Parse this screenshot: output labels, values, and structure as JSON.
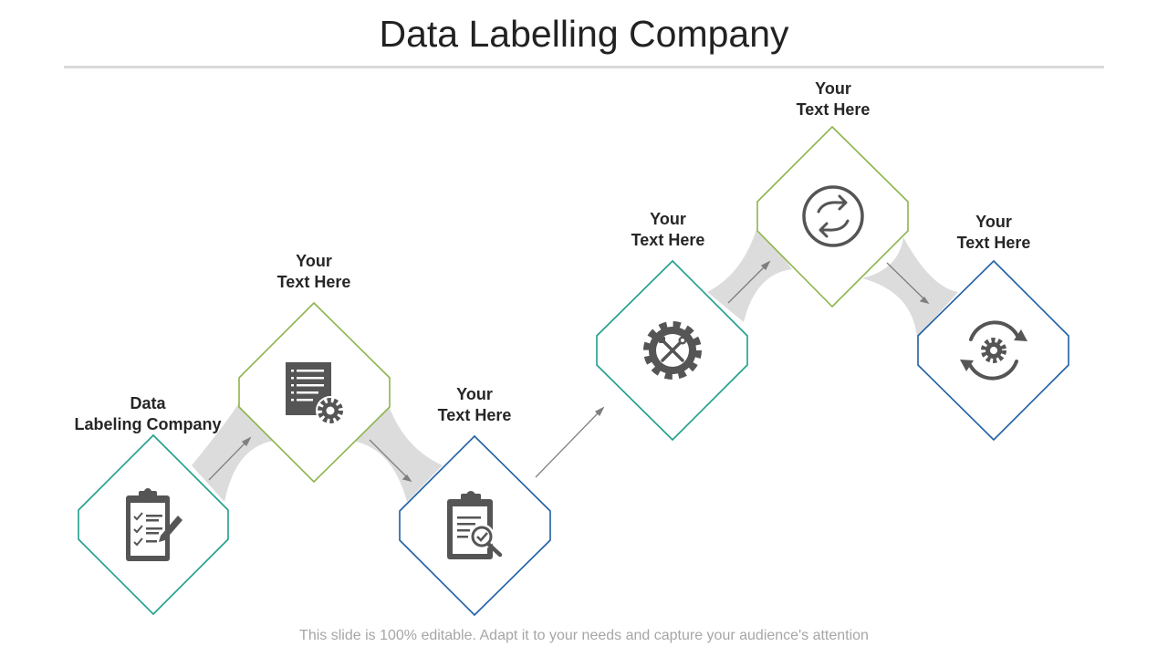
{
  "title": "Data Labelling Company",
  "footer": "This slide is 100% editable. Adapt it to your needs and capture your audience's attention",
  "colors": {
    "teal": "#1f9e8a",
    "green": "#8db54d",
    "blue": "#1f5fa3",
    "icon": "#555555",
    "connector": "#dcdcdc",
    "arrow": "#7f7f7f"
  },
  "steps": [
    {
      "line1": "Data",
      "line2": "Labeling Company",
      "icon": "checklist-clipboard-icon",
      "color": "teal"
    },
    {
      "line1": "Your",
      "line2": "Text Here",
      "icon": "document-gear-icon",
      "color": "green"
    },
    {
      "line1": "Your",
      "line2": "Text Here",
      "icon": "clipboard-search-icon",
      "color": "blue"
    },
    {
      "line1": "Your",
      "line2": "Text Here",
      "icon": "gear-tools-icon",
      "color": "teal"
    },
    {
      "line1": "Your",
      "line2": "Text Here",
      "icon": "refresh-circle-icon",
      "color": "green"
    },
    {
      "line1": "Your",
      "line2": "Text Here",
      "icon": "gear-cycle-icon",
      "color": "blue"
    }
  ]
}
